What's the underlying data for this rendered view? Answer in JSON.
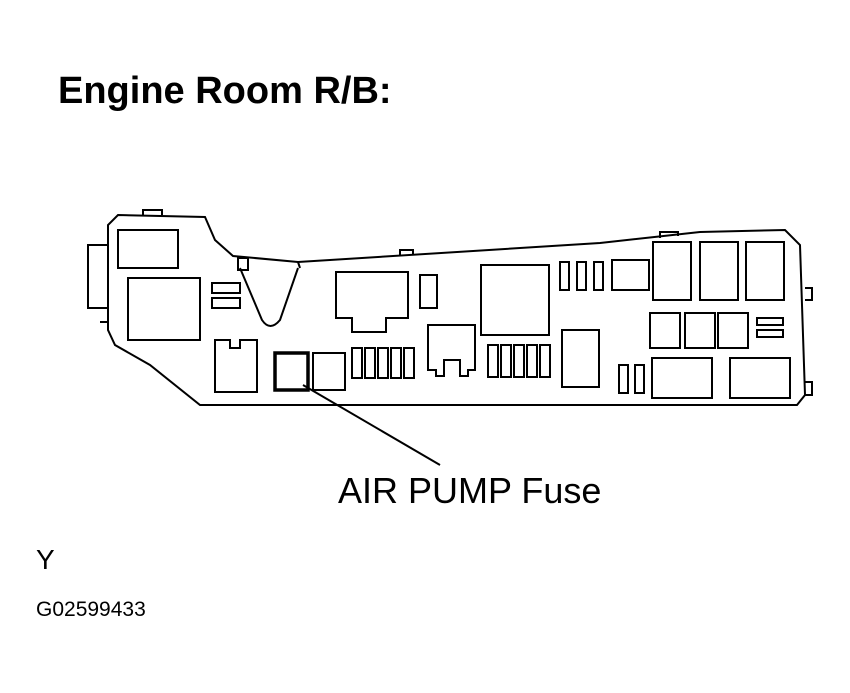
{
  "title": "Engine Room R/B:",
  "callout_label": "AIR PUMP Fuse",
  "code_letter": "Y",
  "figure_id": "G02599433"
}
